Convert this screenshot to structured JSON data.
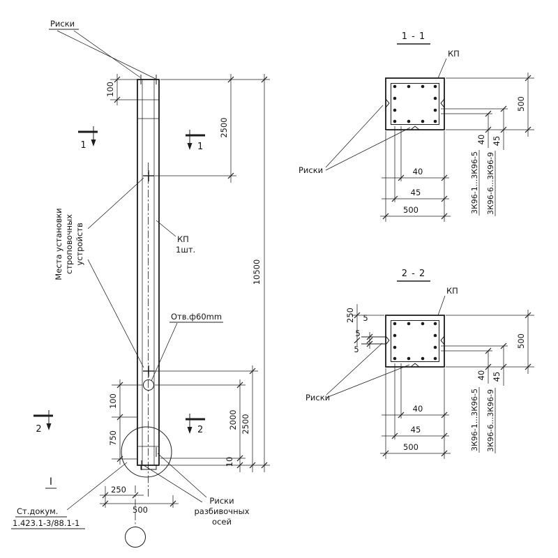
{
  "drawing": {
    "main": {
      "riski_top": "Риски",
      "dim_100_top": "100",
      "marker_1": "1",
      "marker_2": "2",
      "dim_2500_top": "2500",
      "dim_10500": "10500",
      "kp_line1": "КП",
      "kp_line2": "1шт.",
      "strop_line1": "Места установки",
      "strop_line2": "строповочных",
      "strop_line3": "устройств",
      "hole_label": "Отв.ф60mm",
      "dim_100_bot": "100",
      "dim_750": "750",
      "dim_2000": "2000",
      "dim_2500_bot": "2500",
      "dim_10": "10",
      "dim_250": "250",
      "dim_500": "500",
      "detail_mark": "I",
      "doc_line1": "Ст.докум.",
      "doc_line2": "1.423.1-3/88.1-1",
      "axes_line1": "Риски",
      "axes_line2": "разбивочных",
      "axes_line3": "осей"
    },
    "section1": {
      "title": "1 - 1",
      "kp": "КП",
      "riski": "Риски",
      "dim_40_r": "40",
      "dim_45_r": "45",
      "dim_500_r": "500",
      "dim_40_b": "40",
      "dim_45_b": "45",
      "dim_500_b": "500",
      "series1": "3К96-1...3К96-5",
      "series2": "3К96-6...3К96-9"
    },
    "section2": {
      "title": "2 - 2",
      "kp": "КП",
      "riski": "Риски",
      "dim_250": "250",
      "dim_5a": "5",
      "dim_5b": "5",
      "dim_5c": "5",
      "dim_40_r": "40",
      "dim_45_r": "45",
      "dim_500_r": "500",
      "dim_40_b": "40",
      "dim_45_b": "45",
      "dim_500_b": "500",
      "series1": "3К96-1...3К96-5",
      "series2": "3К96-6...3К96-9"
    }
  }
}
